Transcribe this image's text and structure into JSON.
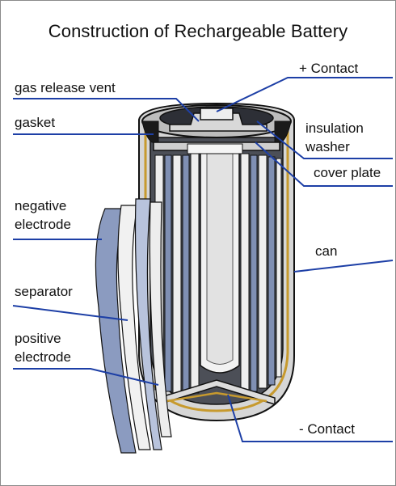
{
  "title": "Construction of Rechargeable Battery",
  "colors": {
    "leader": "#1d3fa6",
    "electrode": "#7f8fb3",
    "metal": "#c9c9c9",
    "edge": "#111111",
    "gold": "#c79a2e"
  },
  "labels": {
    "plus_contact": "+ Contact",
    "gas_release_vent": "gas release vent",
    "gasket": "gasket",
    "insulation": "insulation",
    "washer": "washer",
    "cover_plate": "cover plate",
    "negative": "negative",
    "negative_electrode": "electrode",
    "separator": "separator",
    "can": "can",
    "positive": "positive",
    "positive_electrode": "electrode",
    "minus_contact": "- Contact"
  }
}
